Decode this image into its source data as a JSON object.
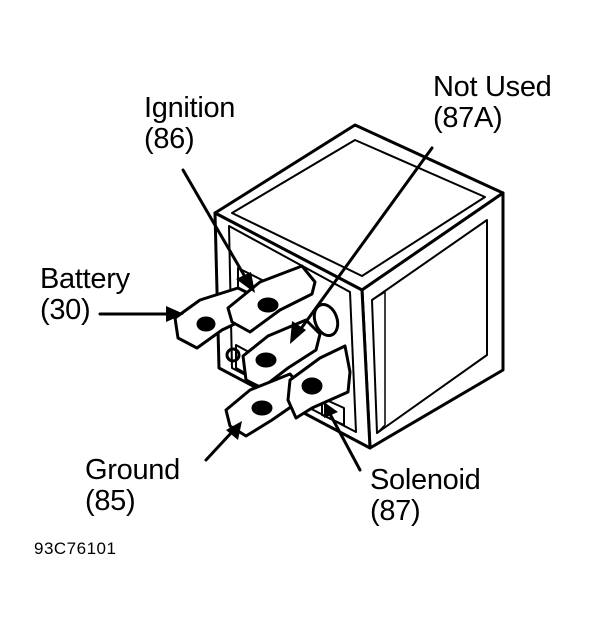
{
  "labels": {
    "ignition": {
      "name": "Ignition",
      "pin": "(86)"
    },
    "not_used": {
      "name": "Not Used",
      "pin": "(87A)"
    },
    "battery": {
      "name": "Battery",
      "pin": "(30)"
    },
    "ground": {
      "name": "Ground",
      "pin": "(85)"
    },
    "solenoid": {
      "name": "Solenoid",
      "pin": "(87)"
    }
  },
  "figure_code": "93C76101",
  "colors": {
    "ink": "#000000",
    "paper": "#ffffff"
  }
}
